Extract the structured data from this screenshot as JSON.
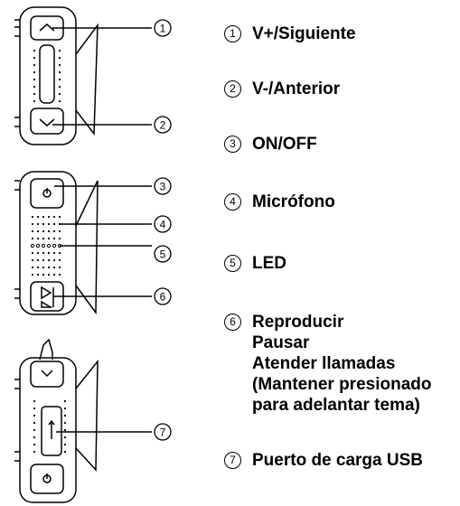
{
  "callouts": [
    {
      "num": "1",
      "label": "V+/Siguiente"
    },
    {
      "num": "2",
      "label": "V-/Anterior"
    },
    {
      "num": "3",
      "label": "ON/OFF"
    },
    {
      "num": "4",
      "label": "Micrófono"
    },
    {
      "num": "5",
      "label": "LED"
    },
    {
      "num": "6",
      "lines": [
        "Reproducir",
        "Pausar",
        "Atender llamadas",
        "(Mantener presionado",
        "para adelantar tema)"
      ]
    },
    {
      "num": "7",
      "label": "Puerto de carga USB"
    }
  ]
}
